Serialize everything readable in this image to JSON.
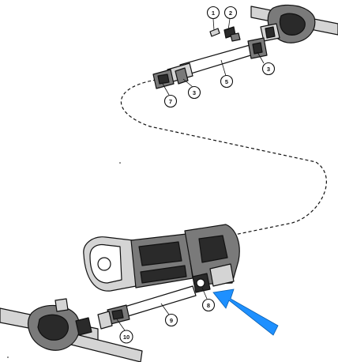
{
  "callouts": [
    {
      "label": "1"
    },
    {
      "label": "2"
    },
    {
      "label": "3"
    },
    {
      "label": "3"
    },
    {
      "label": "5"
    },
    {
      "label": "7"
    },
    {
      "label": "8"
    },
    {
      "label": "9"
    },
    {
      "label": "10"
    }
  ],
  "colors": {
    "ink": "#111111",
    "arrow": "#1e90ff",
    "shade": "#2a2a2a",
    "housing": "#7a7a7a"
  }
}
